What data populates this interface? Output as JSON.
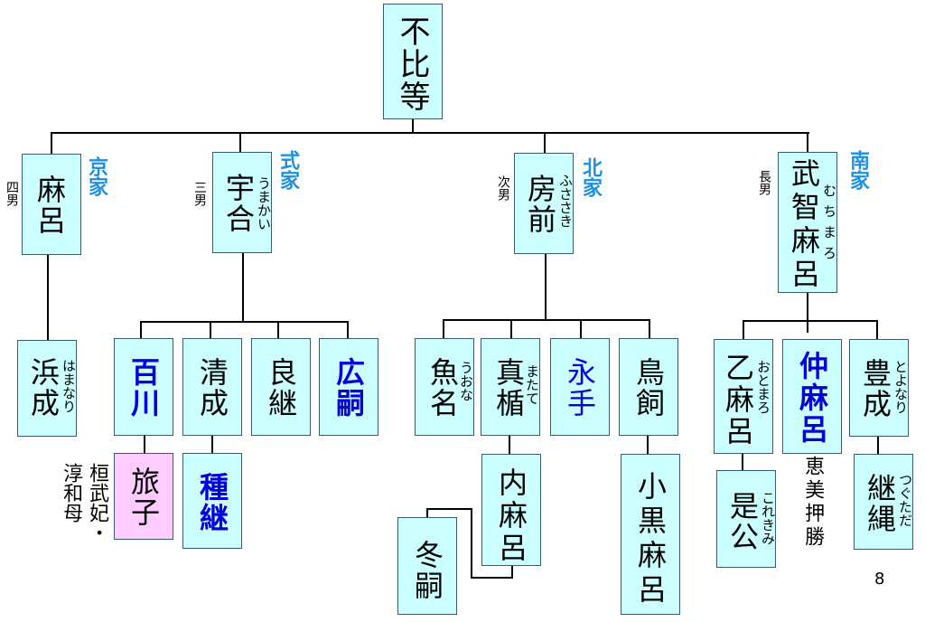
{
  "root": {
    "name": "不比等"
  },
  "branches": [
    {
      "name": "麻呂",
      "house": "京家",
      "order": "四男",
      "ruby": ""
    },
    {
      "name": "宇合",
      "house": "式家",
      "order": "三男",
      "ruby": "うまかい"
    },
    {
      "name": "房前",
      "house": "北家",
      "order": "次男",
      "ruby": "ふささき"
    },
    {
      "name": "武智麻呂",
      "house": "南家",
      "order": "長男",
      "ruby": "むちまろ"
    }
  ],
  "children": {
    "hamanari": {
      "name": "浜成",
      "ruby": "はまなり"
    },
    "momokawa": {
      "name": "百川"
    },
    "kiyonari": {
      "name": "清成"
    },
    "yoshitsugu": {
      "name": "良継"
    },
    "hirotsugu": {
      "name": "広嗣"
    },
    "tabiko": {
      "name": "旅子",
      "note_1": "桓武妃・",
      "note_2": "淳和母"
    },
    "tanetsugu": {
      "name": "種継"
    },
    "uona": {
      "name": "魚名",
      "ruby": "うおな"
    },
    "matate": {
      "name": "真楯",
      "ruby": "またて"
    },
    "nagate": {
      "name": "永手"
    },
    "torikai": {
      "name": "鳥飼"
    },
    "uchimaro": {
      "name": "内麻呂"
    },
    "fuyutsugu": {
      "name": "冬嗣"
    },
    "oguromaro": {
      "name": "小黒麻呂"
    },
    "otomaro": {
      "name": "乙麻呂",
      "ruby": "おとまろ"
    },
    "nakamaro": {
      "name": "仲麻呂",
      "note": "恵美押勝"
    },
    "toyonari": {
      "name": "豊成",
      "ruby": "とよなり"
    },
    "korekimi": {
      "name": "是公",
      "ruby": "これきみ"
    },
    "tsugutada": {
      "name": "継縄",
      "ruby": "つぐただ"
    }
  },
  "page_number": "8"
}
